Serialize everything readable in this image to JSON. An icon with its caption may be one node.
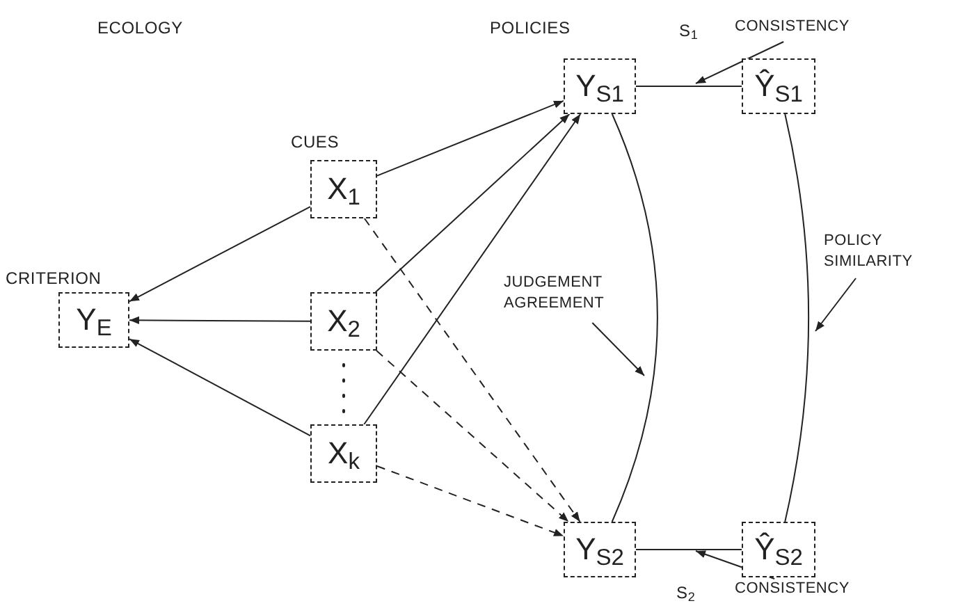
{
  "diagram": {
    "nodes": [
      {
        "text": [
          "Y$_{E}$"
        ]
      },
      {
        "text": [
          "X$_{1}$"
        ]
      },
      {
        "text": [
          "X$_{2}$"
        ]
      },
      {
        "text": [
          "X$_{k}$"
        ]
      },
      {
        "text": [
          "Y$_{S1}$"
        ]
      },
      {
        "text": [
          "Ŷ$_{S1}$"
        ]
      },
      {
        "text": [
          "Y$_{S2}$"
        ]
      },
      {
        "text": [
          "Ŷ$_{S2}$"
        ]
      },
      {
        "text": [
          "CONSISTENCY"
        ]
      },
      {
        "text": [
          "JUDGEMENT AGREEMENT"
        ]
      },
      {
        "text": [
          "POLICY SIMILARITY"
        ]
      },
      {
        "text": [
          "CONSISTENCY"
        ]
      }
    ],
    "edges": [
      {
        "from": 1,
        "to": 0,
        "arrow": "to"
      },
      {
        "from": 2,
        "to": 0,
        "arrow": "to"
      },
      {
        "from": 3,
        "to": 0,
        "arrow": "to"
      },
      {
        "from": 1,
        "to": 4,
        "arrow": "to"
      },
      {
        "from": 2,
        "to": 4,
        "arrow": "to"
      },
      {
        "from": 3,
        "to": 4,
        "arrow": "to"
      },
      {
        "from": 1,
        "to": 6,
        "arrow": "to",
        "style": "dashed"
      },
      {
        "from": 2,
        "to": 6,
        "arrow": "to",
        "style": "dashed"
      },
      {
        "from": 3,
        "to": 6,
        "arrow": "to",
        "style": "dashed"
      },
      {
        "from": 4,
        "to": 5,
        "arrow": "none"
      },
      {
        "from": 6,
        "to": 7,
        "arrow": "none"
      },
      {
        "from": 4,
        "to": 6,
        "arrow": "none"
      },
      {
        "from": 5,
        "to": 7,
        "arrow": "none"
      },
      {
        "from": 8,
        "to": null,
        "arrow": "to"
      },
      {
        "from": 9,
        "to": null,
        "arrow": "to"
      },
      {
        "from": 10,
        "to": null,
        "arrow": "to"
      },
      {
        "from": 11,
        "to": null,
        "arrow": "to"
      }
    ],
    "labels": [
      "ECOLOGY",
      "POLICIES",
      "S$_{1}$",
      "CUES",
      "CRITERION",
      "S$_{2}$"
    ]
  }
}
